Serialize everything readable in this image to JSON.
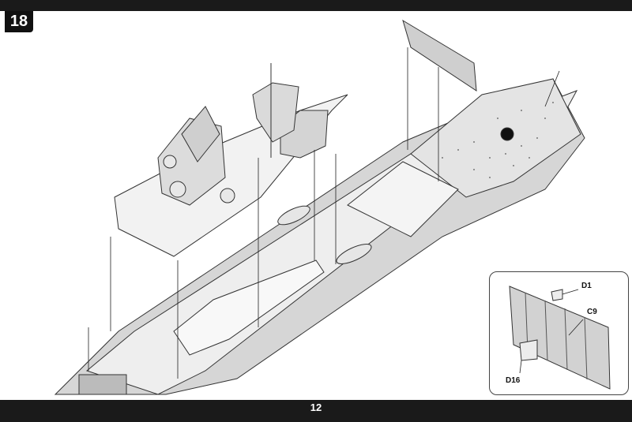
{
  "step": {
    "number": "18"
  },
  "page": {
    "number": "12"
  },
  "inset": {
    "parts": [
      {
        "label": "D1"
      },
      {
        "label": "C9"
      },
      {
        "label": "D16"
      }
    ]
  },
  "colors": {
    "bar": "#1a1a1a",
    "hull": "#d8d8d8",
    "deck": "#ececec",
    "line": "#333333"
  }
}
